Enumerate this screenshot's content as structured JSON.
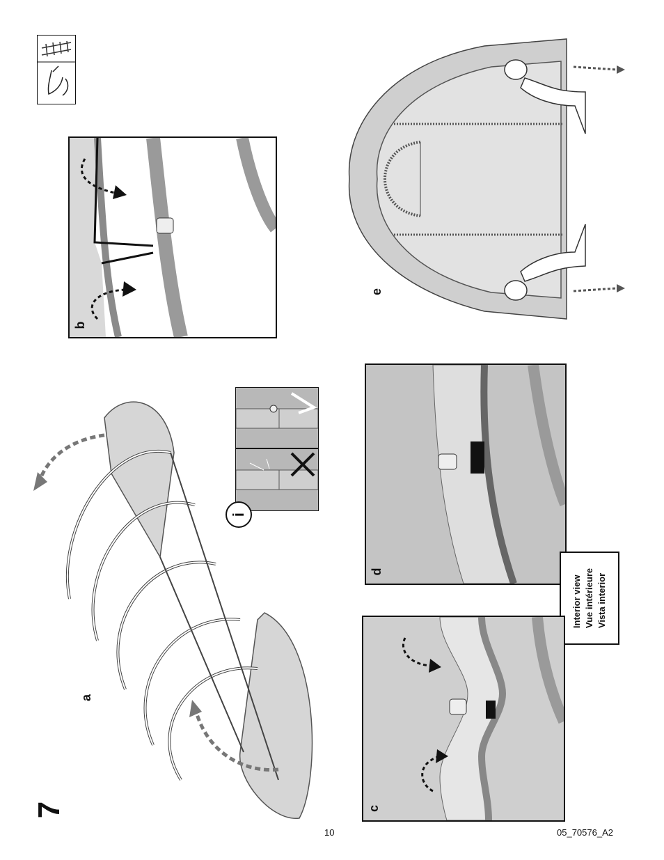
{
  "step": {
    "number": "7"
  },
  "panels": {
    "a": {
      "label": "a"
    },
    "b": {
      "label": "b"
    },
    "c": {
      "label": "c"
    },
    "d": {
      "label": "d"
    },
    "e": {
      "label": "e"
    }
  },
  "info": {
    "symbol": "i"
  },
  "interior_view": {
    "lines": [
      "Interior view",
      "Vue intérieure",
      "Vista interior"
    ]
  },
  "footer": {
    "page_number": "10",
    "doc_code": "05_70576_A2"
  },
  "icons": [
    "ladder-icon",
    "tool-icon"
  ]
}
